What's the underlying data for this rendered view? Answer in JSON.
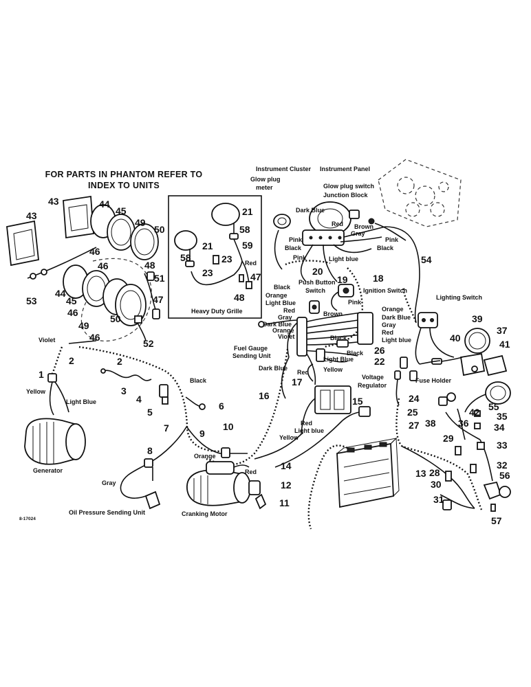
{
  "title": {
    "line1": "FOR PARTS IN PHANTOM REFER TO",
    "line2": "INDEX TO UNITS"
  },
  "inset": {
    "caption": "Heavy Duty Grille"
  },
  "figure_code": "8-17024",
  "labels": {
    "instrument_cluster": "Instrument Cluster",
    "instrument_panel": "Instrument Panel",
    "glow_plug_meter_1": "Glow plug",
    "glow_plug_meter_2": "meter",
    "glow_plug_switch": "Glow plug switch",
    "junction_block": "Junction Block",
    "dark_blue_1": "Dark Blue",
    "red_1": "Red",
    "brown_1": "Brown",
    "pink_1": "Pink",
    "black_1": "Black",
    "gray_1": "Gray",
    "pink_2": "Pink",
    "black_2": "Black",
    "pink_3": "Pink",
    "light_blue_1": "Light blue",
    "red_2": "Red",
    "push_button_1": "Push Button",
    "push_button_2": "Switch",
    "black_3": "Black",
    "ignition_switch": "Ignition Switch",
    "pink_4": "Pink",
    "brown_2": "Brown",
    "orange_1": "Orange",
    "light_blue_2": "Light Blue",
    "orange_2": "Orange",
    "dark_blue_2": "Dark Blue",
    "gray_2": "Gray",
    "red_3": "Red",
    "light_blue_3": "Light blue",
    "lighting_switch": "Lighting Switch",
    "red_4": "Red",
    "gray_3": "Gray",
    "dark_blue_3": "Dark Blue",
    "orange_3": "Orange",
    "violet_1": "Violet",
    "black_4": "Black",
    "black_5": "Black",
    "light_blue_4": "Light Blue",
    "fuel_gauge_1": "Fuel Gauge",
    "fuel_gauge_2": "Sending Unit",
    "dark_blue_4": "Dark Blue",
    "red_5": "Red",
    "yellow_1": "Yellow",
    "voltage_reg_1": "Voltage",
    "voltage_reg_2": "Regulator",
    "red_6": "Red",
    "light_blue_5": "Light blue",
    "yellow_2": "Yellow",
    "fuse_holder": "Fuse Holder",
    "violet_2": "Violet",
    "black_6": "Black",
    "yellow_3": "Yellow",
    "light_blue_6": "Light Blue",
    "generator": "Generator",
    "orange_4": "Orange",
    "red_7": "Red",
    "gray_4": "Gray",
    "oil_pressure": "Oil Pressure Sending Unit",
    "cranking_motor": "Cranking Motor"
  },
  "callouts": [
    "1",
    "2",
    "2",
    "3",
    "4",
    "5",
    "6",
    "7",
    "8",
    "9",
    "10",
    "11",
    "12",
    "13",
    "14",
    "15",
    "16",
    "17",
    "18",
    "19",
    "20",
    "21",
    "21",
    "22",
    "23",
    "23",
    "24",
    "25",
    "26",
    "27",
    "28",
    "29",
    "30",
    "31",
    "32",
    "33",
    "34",
    "35",
    "36",
    "37",
    "38",
    "39",
    "40",
    "41",
    "42",
    "43",
    "43",
    "44",
    "44",
    "45",
    "45",
    "46",
    "46",
    "46",
    "46",
    "47",
    "47",
    "48",
    "48",
    "49",
    "49",
    "50",
    "50",
    "51",
    "52",
    "53",
    "54",
    "55",
    "56",
    "57",
    "58",
    "58",
    "59"
  ]
}
